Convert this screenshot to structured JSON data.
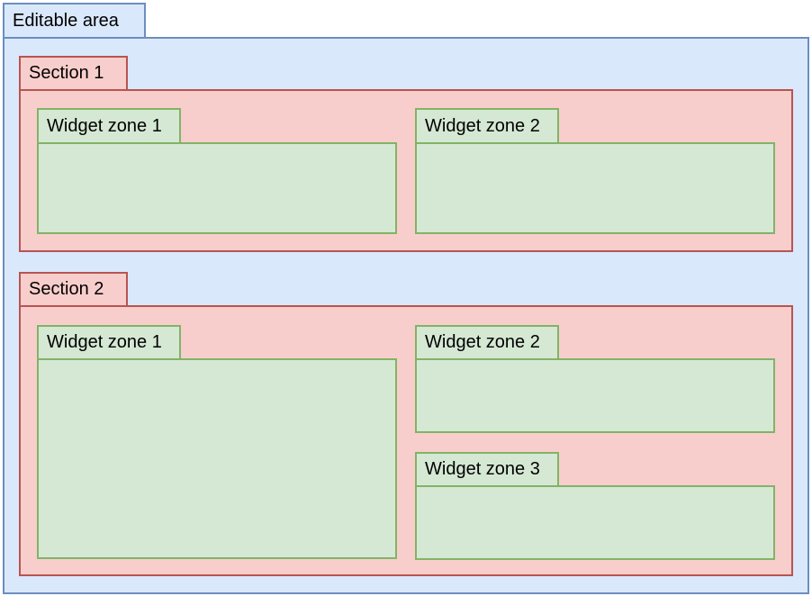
{
  "diagram": {
    "editable_area": {
      "label": "Editable area",
      "sections": [
        {
          "label": "Section 1",
          "widget_zones": [
            {
              "label": "Widget zone 1"
            },
            {
              "label": "Widget zone 2"
            }
          ]
        },
        {
          "label": "Section 2",
          "widget_zones": [
            {
              "label": "Widget zone 1"
            },
            {
              "label": "Widget zone 2"
            },
            {
              "label": "Widget zone 3"
            }
          ]
        }
      ]
    },
    "colors": {
      "editable_area_fill": "#dae8fc",
      "editable_area_stroke": "#6c8ebf",
      "section_fill": "#f8cecc",
      "section_stroke": "#b85450",
      "widget_zone_fill": "#d5e8d4",
      "widget_zone_stroke": "#82b366",
      "text": "#000000",
      "background": "#ffffff"
    }
  }
}
